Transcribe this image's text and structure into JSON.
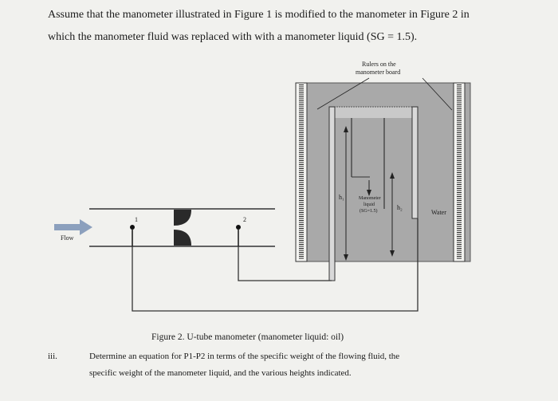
{
  "intro": {
    "line1": "Assume that the manometer illustrated in Figure 1 is modified to the manometer in Figure 2 in",
    "line2": "which the manometer fluid was replaced with with a manometer liquid (SG = 1.5)."
  },
  "labels": {
    "rulers_line1": "Rulers on the",
    "rulers_line2": "manometer board",
    "h1": "h₁",
    "h2": "h₂",
    "manometer_line1": "Manometer",
    "manometer_line2": "liquid",
    "manometer_line3": "(SG=1.5)",
    "water": "Water",
    "point1": "1",
    "point2": "2",
    "flow": "Flow"
  },
  "caption": "Figure 2. U-tube manometer (manometer liquid: oil)",
  "question": {
    "number": "iii.",
    "line1": "Determine an equation for P1-P2 in terms of the specific weight of the flowing fluid, the",
    "line2": "specific weight of the manometer liquid, and the various heights indicated."
  },
  "colors": {
    "background": "#f1f1ee",
    "board": "#a9a9a9",
    "flow_arrow": "#8ca0bd"
  }
}
